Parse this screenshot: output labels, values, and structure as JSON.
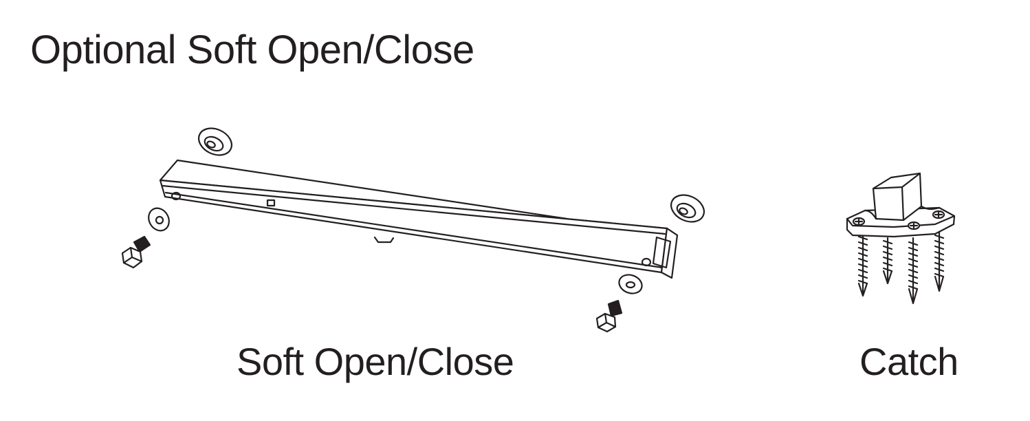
{
  "title": "Optional Soft Open/Close",
  "parts": {
    "soft_close": {
      "label": "Soft Open/Close",
      "icon": "soft-close-damper-icon"
    },
    "catch": {
      "label": "Catch",
      "icon": "catch-with-screws-icon"
    }
  },
  "colors": {
    "line": "#231f20",
    "background": "#ffffff"
  }
}
